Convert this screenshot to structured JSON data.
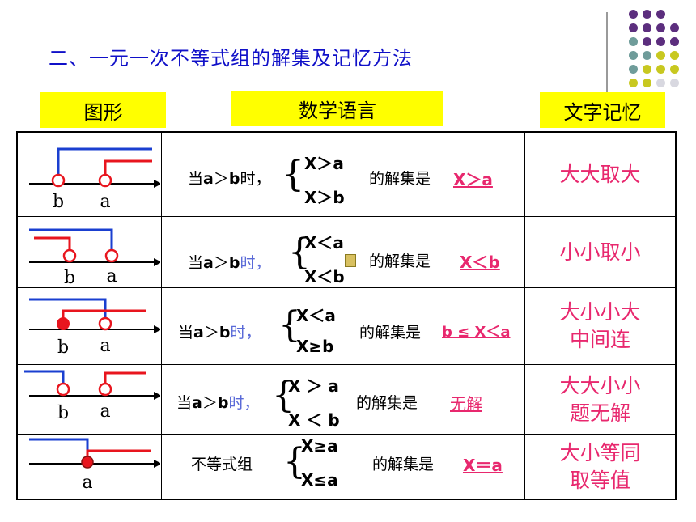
{
  "title": "二、一元一次不等式组的解集及记忆方法",
  "headers": {
    "figure": "图形",
    "language": "数学语言",
    "memory": "文字记忆"
  },
  "colors": {
    "title": "#1010c8",
    "header_bg": "#ffff00",
    "accent": "#e8286e",
    "blue_line": "#1a3fd0",
    "red_line": "#e8151e"
  },
  "rows": [
    {
      "labels": [
        "b",
        "a"
      ],
      "prefix_pre": "当",
      "prefix_a": "a",
      "prefix_gt": "＞",
      "prefix_b": "b",
      "prefix_post": "时，",
      "ineq1": "X＞a",
      "ineq2": "X＞b",
      "solution_text": "的解集是",
      "answer": "X＞a",
      "memory": "大大取大"
    },
    {
      "labels": [
        "b",
        "a"
      ],
      "prefix_pre": "当",
      "prefix_a": "a",
      "prefix_gt": "＞",
      "prefix_b": "b",
      "prefix_post": "时，",
      "ineq1": "X＜a",
      "ineq2": "X＜b",
      "solution_text": "的解集是",
      "answer": "X＜b",
      "memory": "小小取小"
    },
    {
      "labels": [
        "b",
        "a"
      ],
      "prefix_pre": "当",
      "prefix_a": "a",
      "prefix_gt": "＞",
      "prefix_b": "b",
      "prefix_post": "时，",
      "ineq1": "X＜a",
      "ineq2": "X≥b",
      "solution_text": "的解集是",
      "answer": "b ≤ X＜a",
      "memory": "大小小大中间连"
    },
    {
      "labels": [
        "b",
        "a"
      ],
      "prefix_pre": "当",
      "prefix_a": "a",
      "prefix_gt": "＞",
      "prefix_b": "b",
      "prefix_post": "时，",
      "ineq1": "X ＞ a",
      "ineq2": "X ＜ b",
      "solution_text": "的解集是",
      "answer": "无解",
      "memory": "大大小小题无解"
    },
    {
      "labels": [
        "a"
      ],
      "prefix_full": "不等式组",
      "ineq1": "X≥a",
      "ineq2": "X≤a",
      "solution_text": "的解集是",
      "answer": "X＝a",
      "memory": "大小等同取等值"
    }
  ]
}
